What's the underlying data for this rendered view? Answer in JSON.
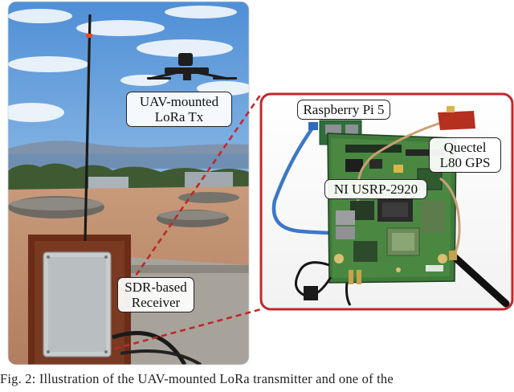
{
  "labels": {
    "uav": [
      "UAV-mounted",
      "LoRa Tx"
    ],
    "receiver": [
      "SDR-based",
      "Receiver"
    ],
    "raspberry": "Raspberry Pi 5",
    "gps": [
      "Quectel",
      "L80 GPS"
    ],
    "usrp": "NI USRP-2920"
  },
  "caption": "Fig. 2:   Illustration of the UAV-mounted LoRa transmitter and one of the",
  "colors": {
    "accent": "#c0282b",
    "board": "#3f7a3a"
  }
}
